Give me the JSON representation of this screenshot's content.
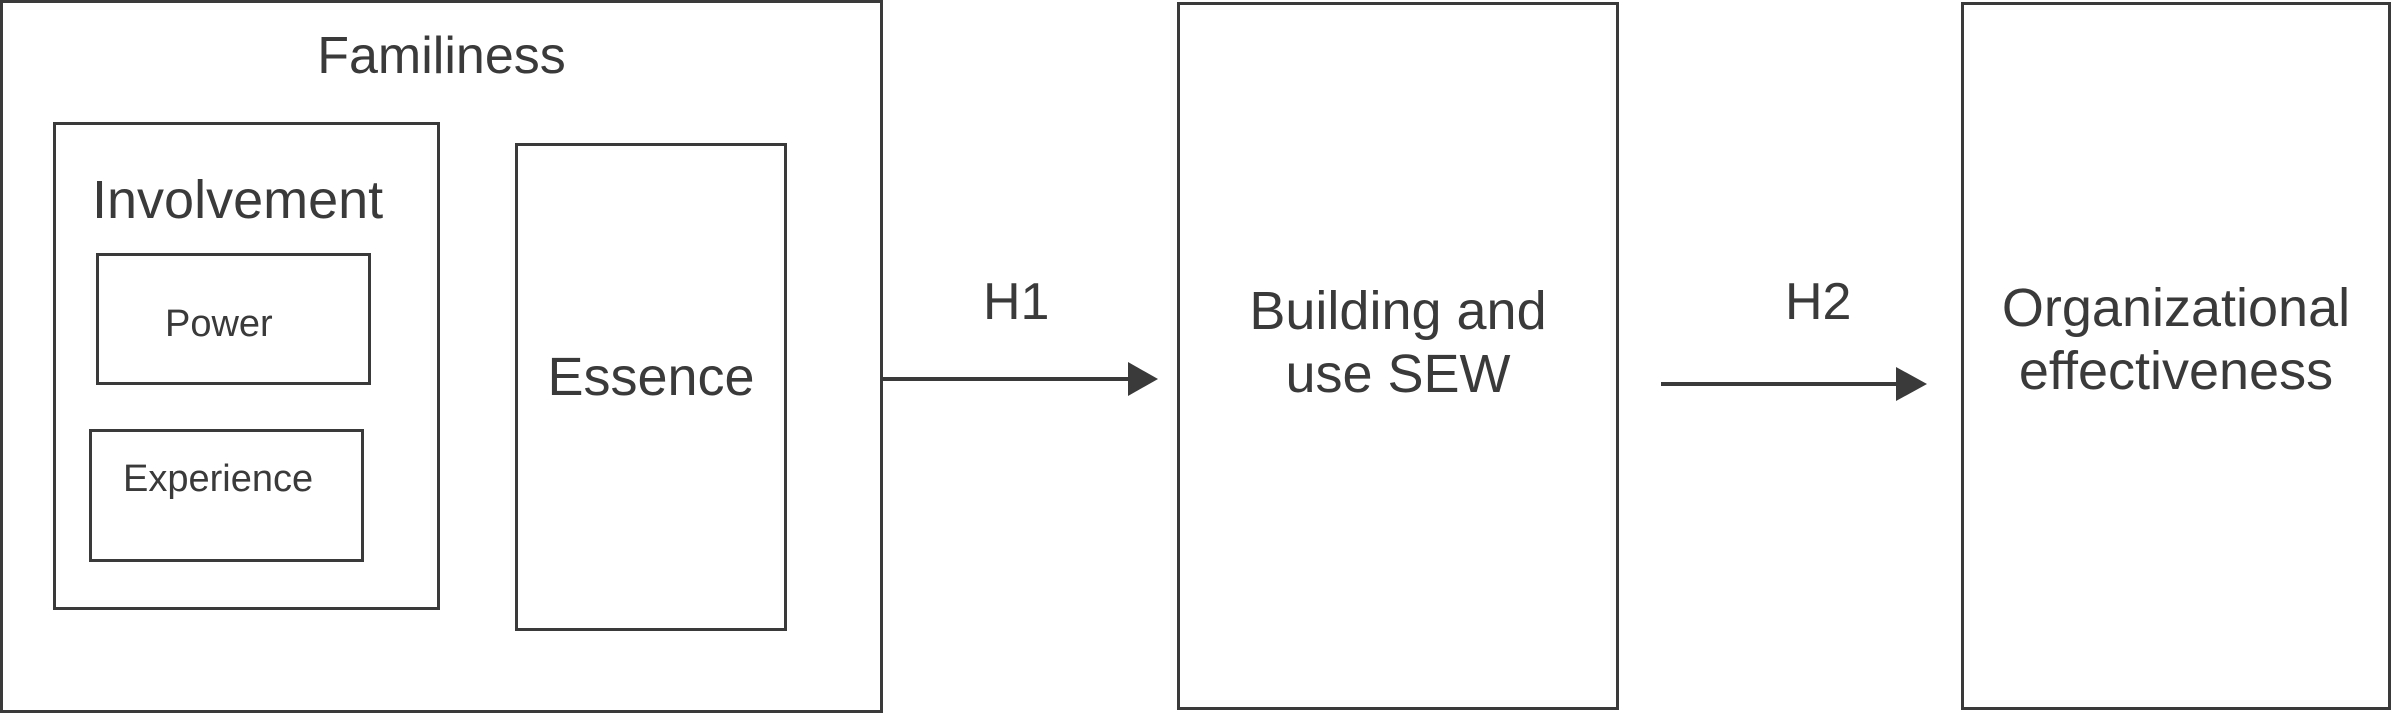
{
  "diagram": {
    "familiness": {
      "title": "Familiness",
      "involvement": {
        "title": "Involvement",
        "power": "Power",
        "experience": "Experience"
      },
      "essence": "Essence"
    },
    "building_sew": {
      "line1": "Building and",
      "line2": "use SEW"
    },
    "organizational_effectiveness": {
      "line1": "Organizational",
      "line2": "effectiveness"
    },
    "hypotheses": {
      "h1": "H1",
      "h2": "H2"
    }
  },
  "colors": {
    "stroke": "#3a3a3a",
    "background": "#ffffff"
  }
}
